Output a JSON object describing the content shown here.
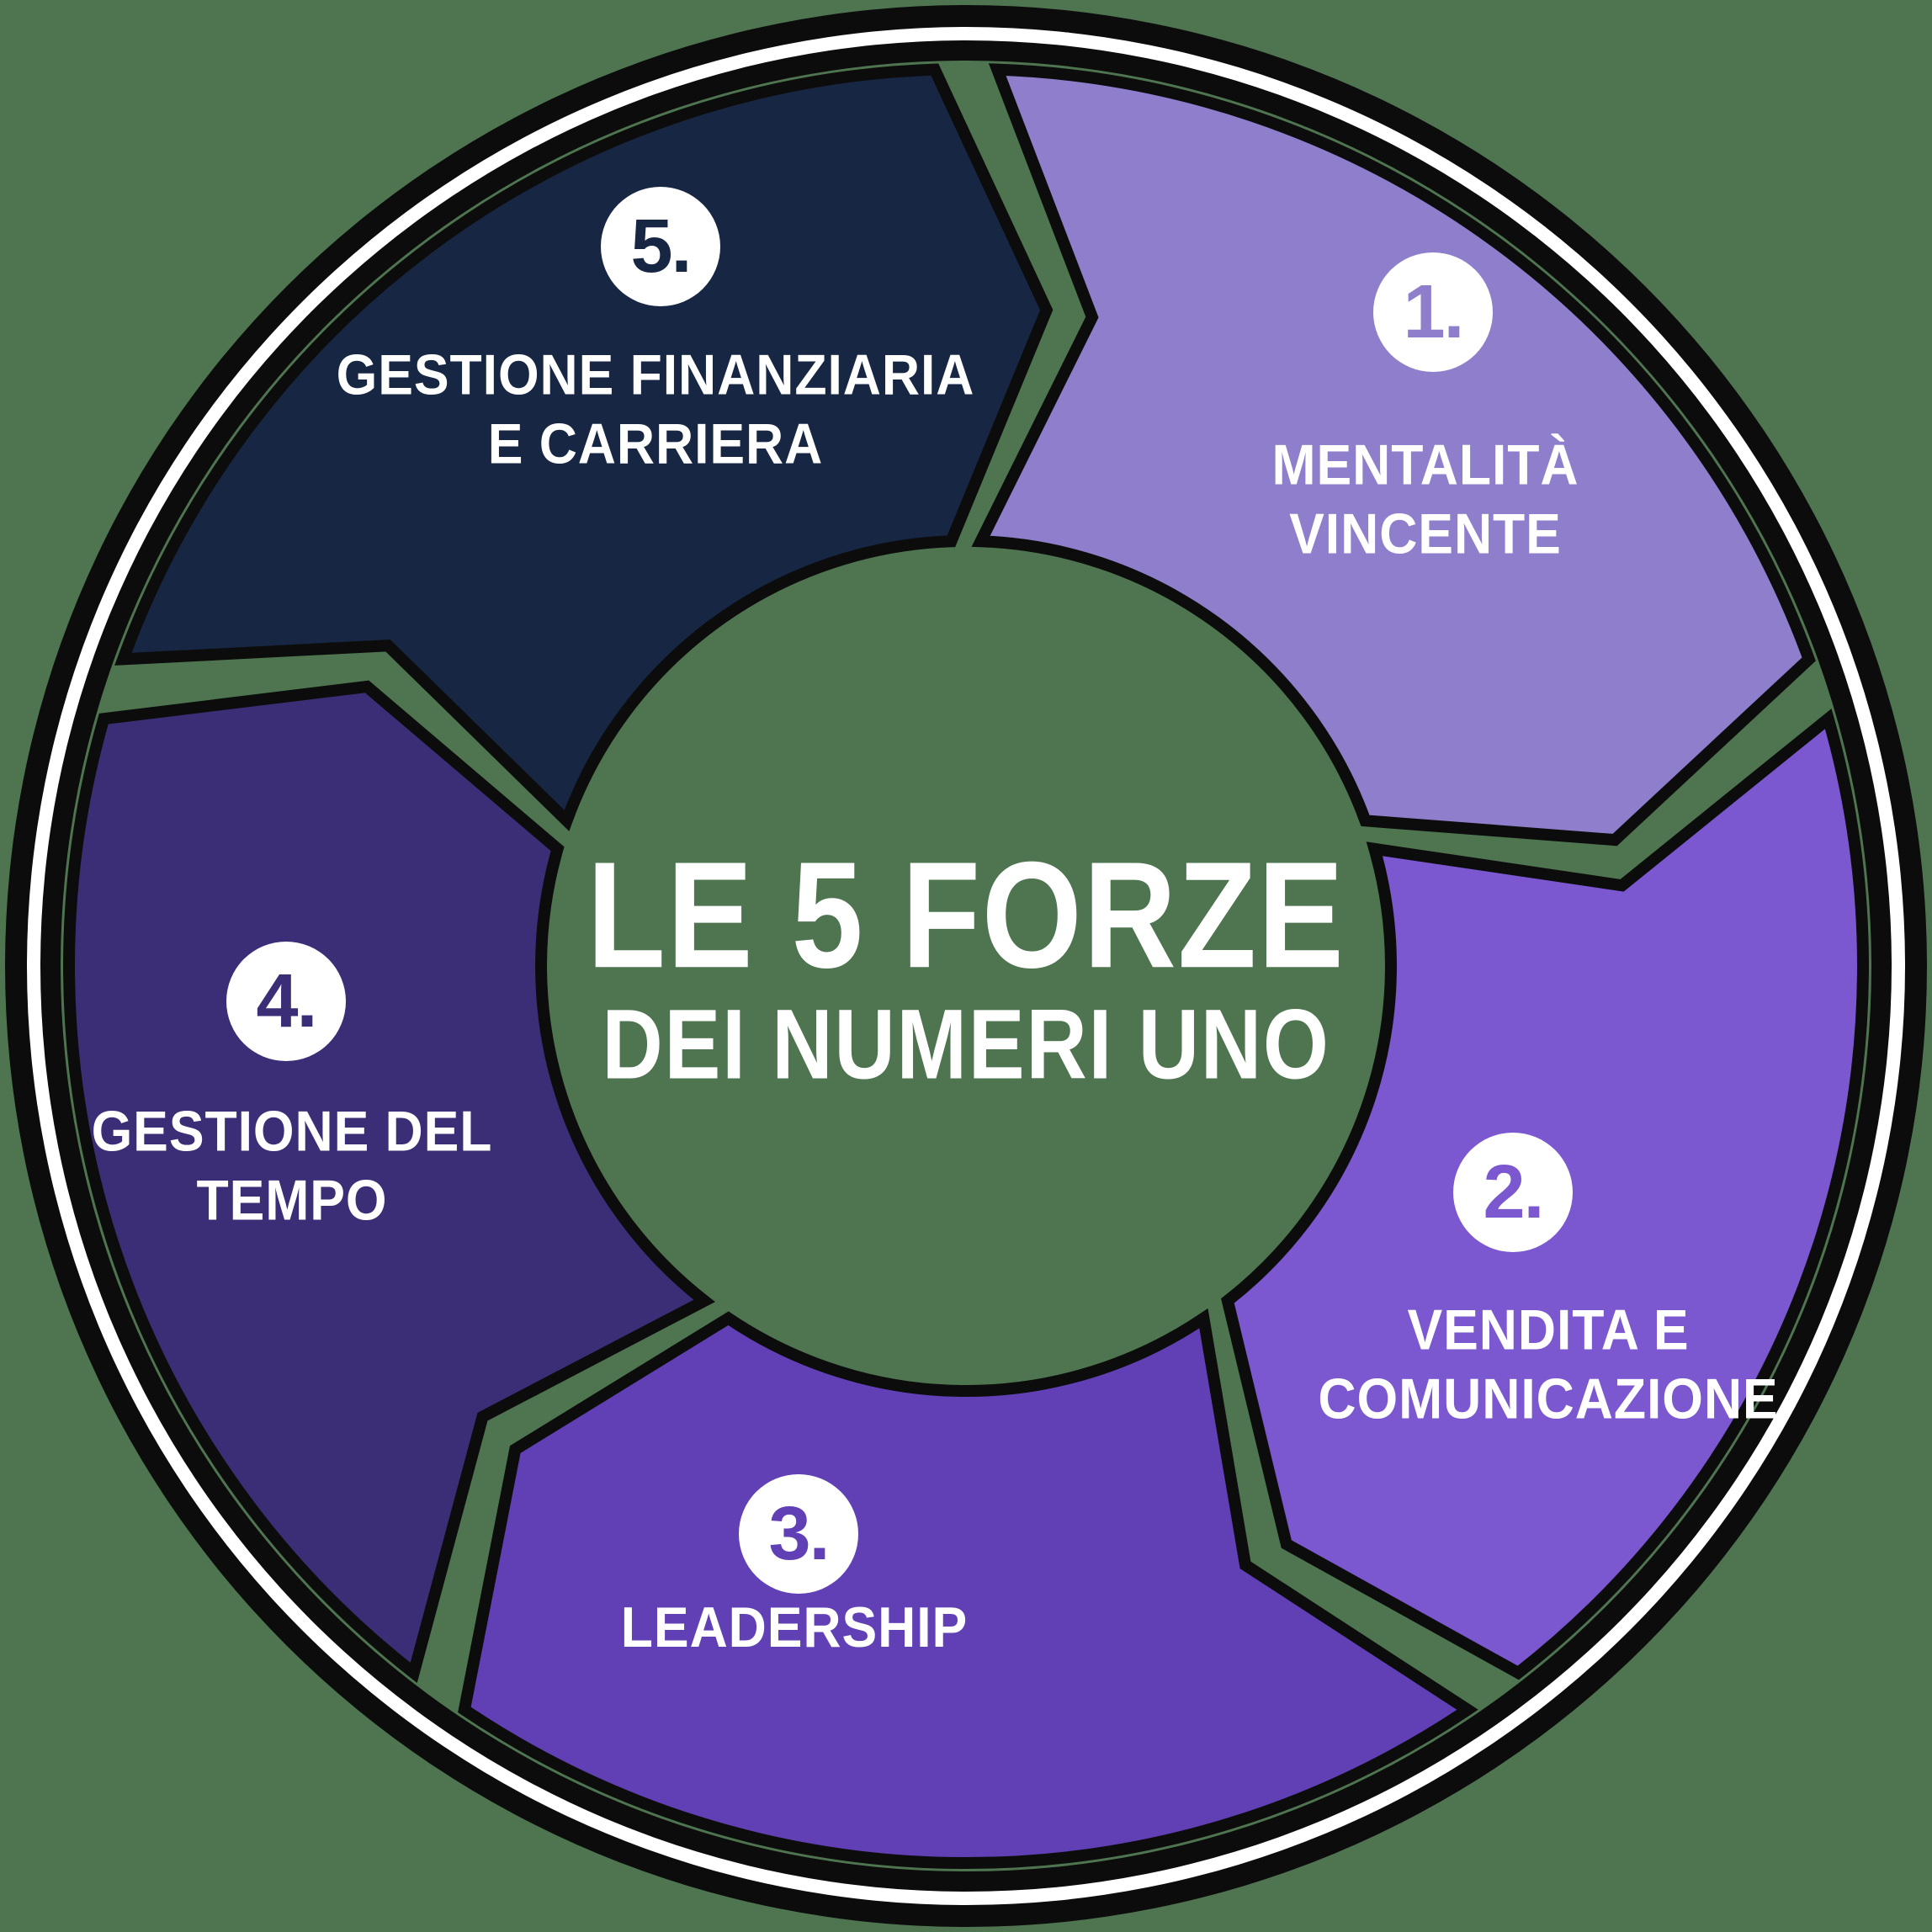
{
  "background_color": "#4e7550",
  "outline_color": "#0c0c0c",
  "ring_highlight_color": "#ffffff",
  "text_color": "#ffffff",
  "chart_data": {
    "type": "cycle-diagram",
    "direction": "clockwise",
    "segment_count": 5,
    "title_lines": [
      "LE 5 FORZE",
      "DEI NUMERI UNO"
    ],
    "title_full": "LE 5 FORZE DEI NUMERI UNO",
    "segments": [
      {
        "number": "1.",
        "label": "MENTALITÀ VINCENTE",
        "label_lines": [
          "MENTALITÀ",
          "VINCENTE"
        ],
        "color": "#8f7ecb"
      },
      {
        "number": "2.",
        "label": "VENDITA E COMUNICAZIONE",
        "label_lines": [
          "VENDITA E",
          "COMUNICAZIONE"
        ],
        "color": "#7b57d0"
      },
      {
        "number": "3.",
        "label": "LEADERSHIP",
        "label_lines": [
          "LEADERSHIP"
        ],
        "color": "#6140b6"
      },
      {
        "number": "4.",
        "label": "GESTIONE DEL TEMPO",
        "label_lines": [
          "GESTIONE DEL",
          "TEMPO"
        ],
        "color": "#3c2e76"
      },
      {
        "number": "5.",
        "label": "GESTIONE FINANZIARIA E CARRIERA",
        "label_lines": [
          "GESTIONE FINANZIARIA",
          "E CARRIERA"
        ],
        "color": "#172642"
      }
    ]
  }
}
